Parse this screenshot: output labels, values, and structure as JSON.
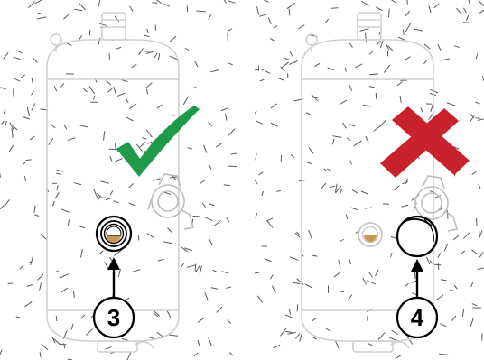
{
  "panels": [
    {
      "verdict": "correct",
      "verdict_icon": "check-mark-icon",
      "verdict_color": "#1e9a4a",
      "callout_number": "3",
      "port_style": "open-sight-glass"
    },
    {
      "verdict": "incorrect",
      "verdict_icon": "x-mark-icon",
      "verdict_color": "#c8232c",
      "callout_number": "4",
      "port_style": "covered-sight-glass"
    }
  ],
  "colors": {
    "line": "#000000",
    "tank_outline": "#d0d0d0",
    "insulation_dash": "#5a5a5a",
    "fluid": "#c69a52"
  }
}
